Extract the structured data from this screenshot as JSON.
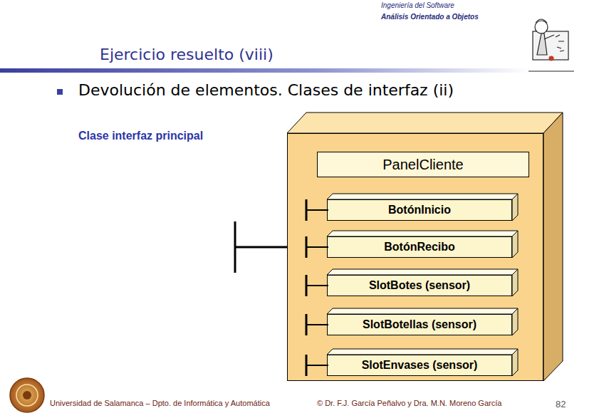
{
  "diagram": {
    "title": "Ejercicio resuelto (viii)",
    "nodes": [
      {
        "text": [
          "PanelCliente"
        ]
      },
      {
        "text": [
          "BotónInicio"
        ],
        "in": 0
      },
      {
        "text": [
          "BotónRecibo"
        ],
        "in": 0
      },
      {
        "text": [
          "SlotBotes (sensor)"
        ],
        "in": 0
      },
      {
        "text": [
          "SlotBotellas (sensor)"
        ],
        "in": 0
      },
      {
        "text": [
          "SlotEnvases (sensor)"
        ],
        "in": 0
      }
    ],
    "labels": [
      "Ingeniería del Software",
      "Análisis Orientado a Objetos",
      "Devolución de elementos. Clases de interfaz (ii)",
      "Clase interfaz principal",
      "Universidad de Salamanca – Dpto. de Informática y Automática",
      "© Dr. F.J. García Peñalvo y Dra. M.N. Moreno García",
      "82"
    ]
  }
}
